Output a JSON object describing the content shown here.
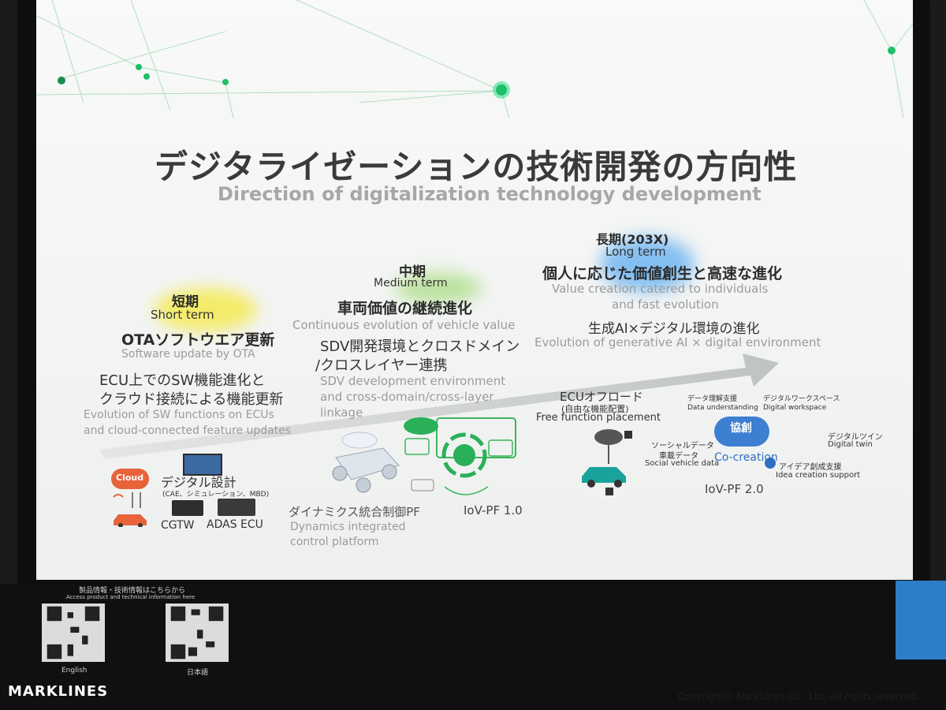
{
  "title": {
    "jp": "デジタライゼーションの技術開発の方向性",
    "en": "Direction of digitalization technology development"
  },
  "short_term": {
    "jp": "短期",
    "en": "Short term",
    "heading_jp": "OTAソフトウエア更新",
    "heading_en": "Software update by OTA",
    "body_jp_1": "ECU上でのSW機能進化と",
    "body_jp_2": "クラウド接続による機能更新",
    "body_en_1": "Evolution of SW functions on ECUs",
    "body_en_2": "and cloud-connected feature updates",
    "cloud": "Cloud",
    "design_jp": "デジタル設計",
    "design_sub": "(CAE、シミュレーション、MBD)",
    "cgtw": "CGTW",
    "adas": "ADAS ECU"
  },
  "medium_term": {
    "jp": "中期",
    "en": "Medium term",
    "heading_jp": "車両価値の継続進化",
    "heading_en": "Continuous evolution of vehicle value",
    "body_jp_1": "SDV開発環境とクロスドメイン",
    "body_jp_2": "/クロスレイヤー連携",
    "body_en_1": "SDV development environment",
    "body_en_2": "and cross-domain/cross-layer",
    "body_en_3": "linkage",
    "dynamics_jp": "ダイナミクス統合制御PF",
    "dynamics_en_1": "Dynamics integrated",
    "dynamics_en_2": "control platform",
    "iov_pf1": "IoV-PF 1.0"
  },
  "long_term": {
    "jp": "長期(203X)",
    "en": "Long term",
    "heading_jp": "個人に応じた価値創生と高速な進化",
    "heading_en_1": "Value creation catered to individuals",
    "heading_en_2": "and fast evolution",
    "body_jp": "生成AI×デジタル環境の進化",
    "body_en": "Evolution of generative AI × digital environment",
    "ecu_offload_jp": "ECUオフロード",
    "ecu_offload_sub": "(自由な機能配置)",
    "ecu_offload_en": "Free function placement",
    "data_jp": "データ理解支援",
    "data_en": "Data understanding",
    "workspace_jp": "デジタルワークスペース",
    "workspace_en": "Digital workspace",
    "social_jp_1": "ソーシャルデータ",
    "social_jp_2": "車載データ",
    "social_en": "Social vehicle data",
    "cocreation_jp": "協創",
    "cocreation_en": "Co-creation",
    "twin_jp": "デジタルツイン",
    "twin_en": "Digital twin",
    "idea_jp": "アイデア創成支援",
    "idea_en": "Idea creation support",
    "iov_pf2": "IoV-PF 2.0"
  },
  "footer": {
    "info_jp": "製品情報・技術情報はこちらから",
    "info_en": "Access product and technical information here",
    "qr1_label": "English",
    "qr2_label": "日本語",
    "brand": "MARKLINES",
    "copyright": "Copyright© MarkLines Co., Ltd. All rights reserved."
  },
  "colors": {
    "short_glow": "#f4e93a",
    "medium_glow": "#8fd35a",
    "long_glow": "#4aa3f0",
    "node_green": "#1fbf6a",
    "cloud_red": "#e8623a",
    "car_teal": "#1aa39a"
  }
}
